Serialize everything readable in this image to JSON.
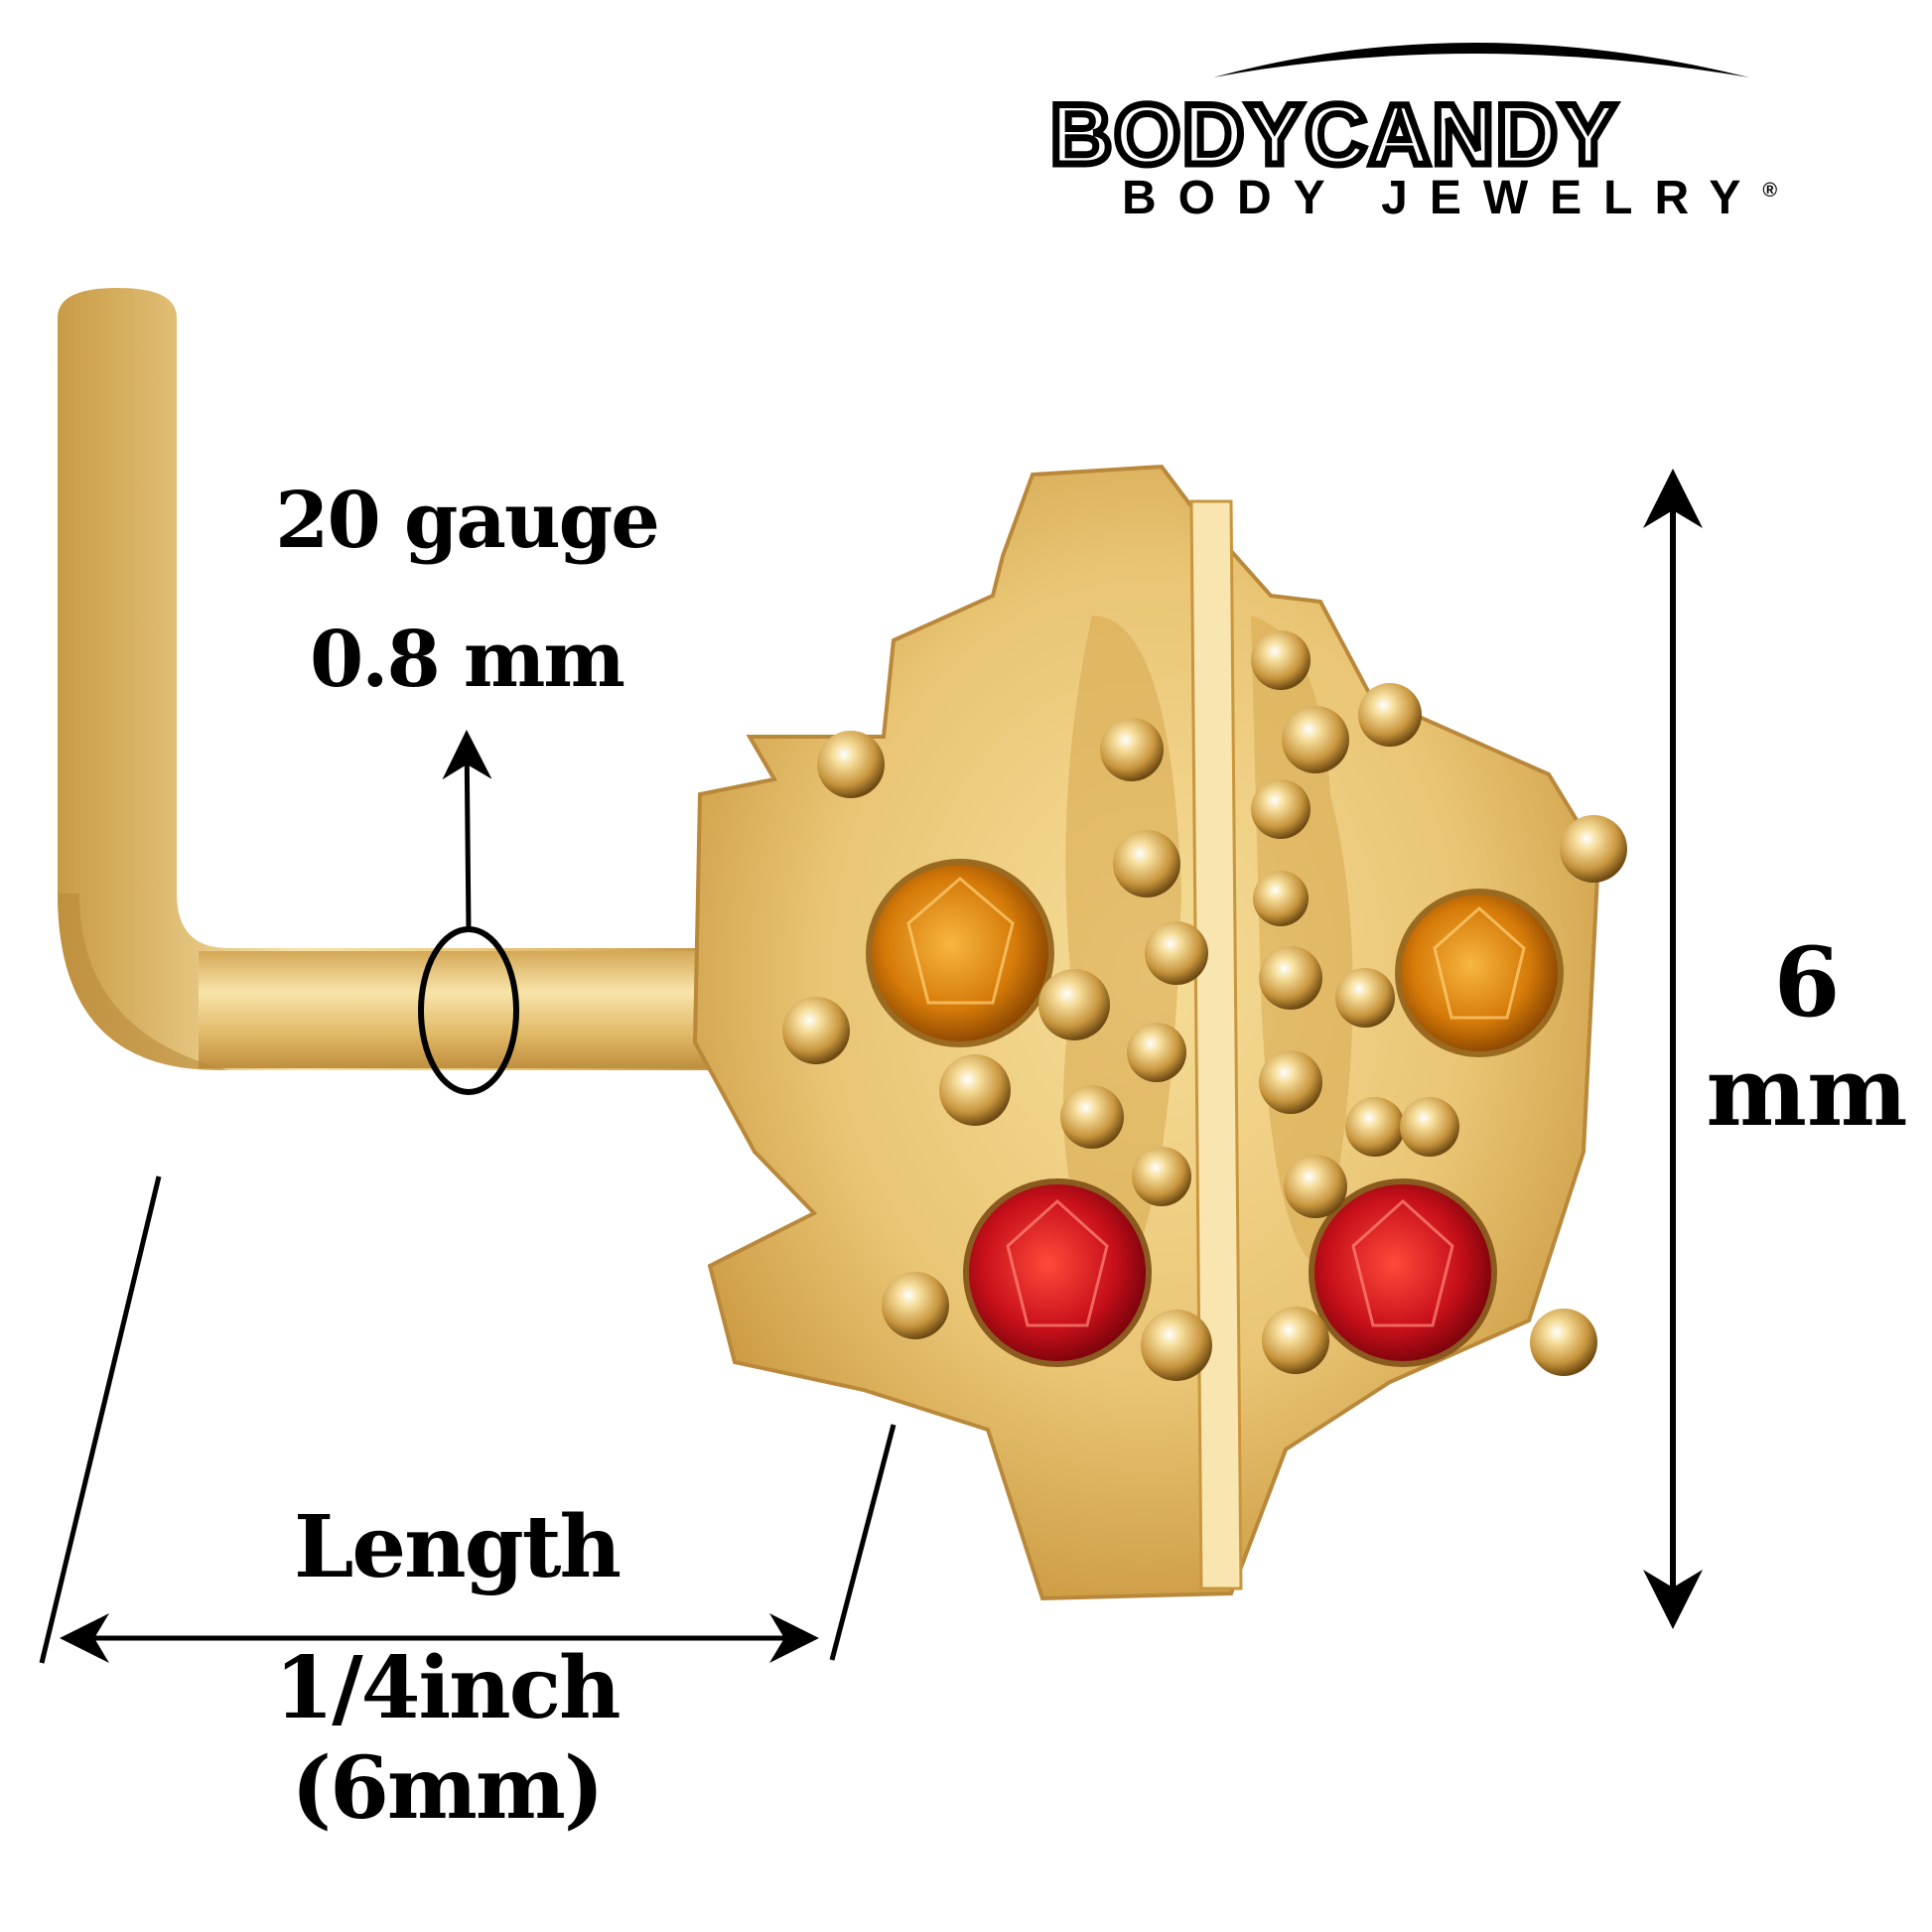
{
  "brand": {
    "name": "BODYCANDY",
    "tagline": "BODY JEWELRY",
    "registered_mark": "®"
  },
  "product": {
    "item": "L-bend nose stud",
    "top_shape": "maple leaf",
    "metal_color": "#E8C168",
    "gem_colors": [
      "#D7800A",
      "#C8101A"
    ]
  },
  "annotations": {
    "gauge_line1": "20 gauge",
    "gauge_line2": "0.8 mm",
    "height_line1": "6",
    "height_line2": "mm",
    "length_label": "Length",
    "length_value": "1/4inch (6mm)"
  }
}
